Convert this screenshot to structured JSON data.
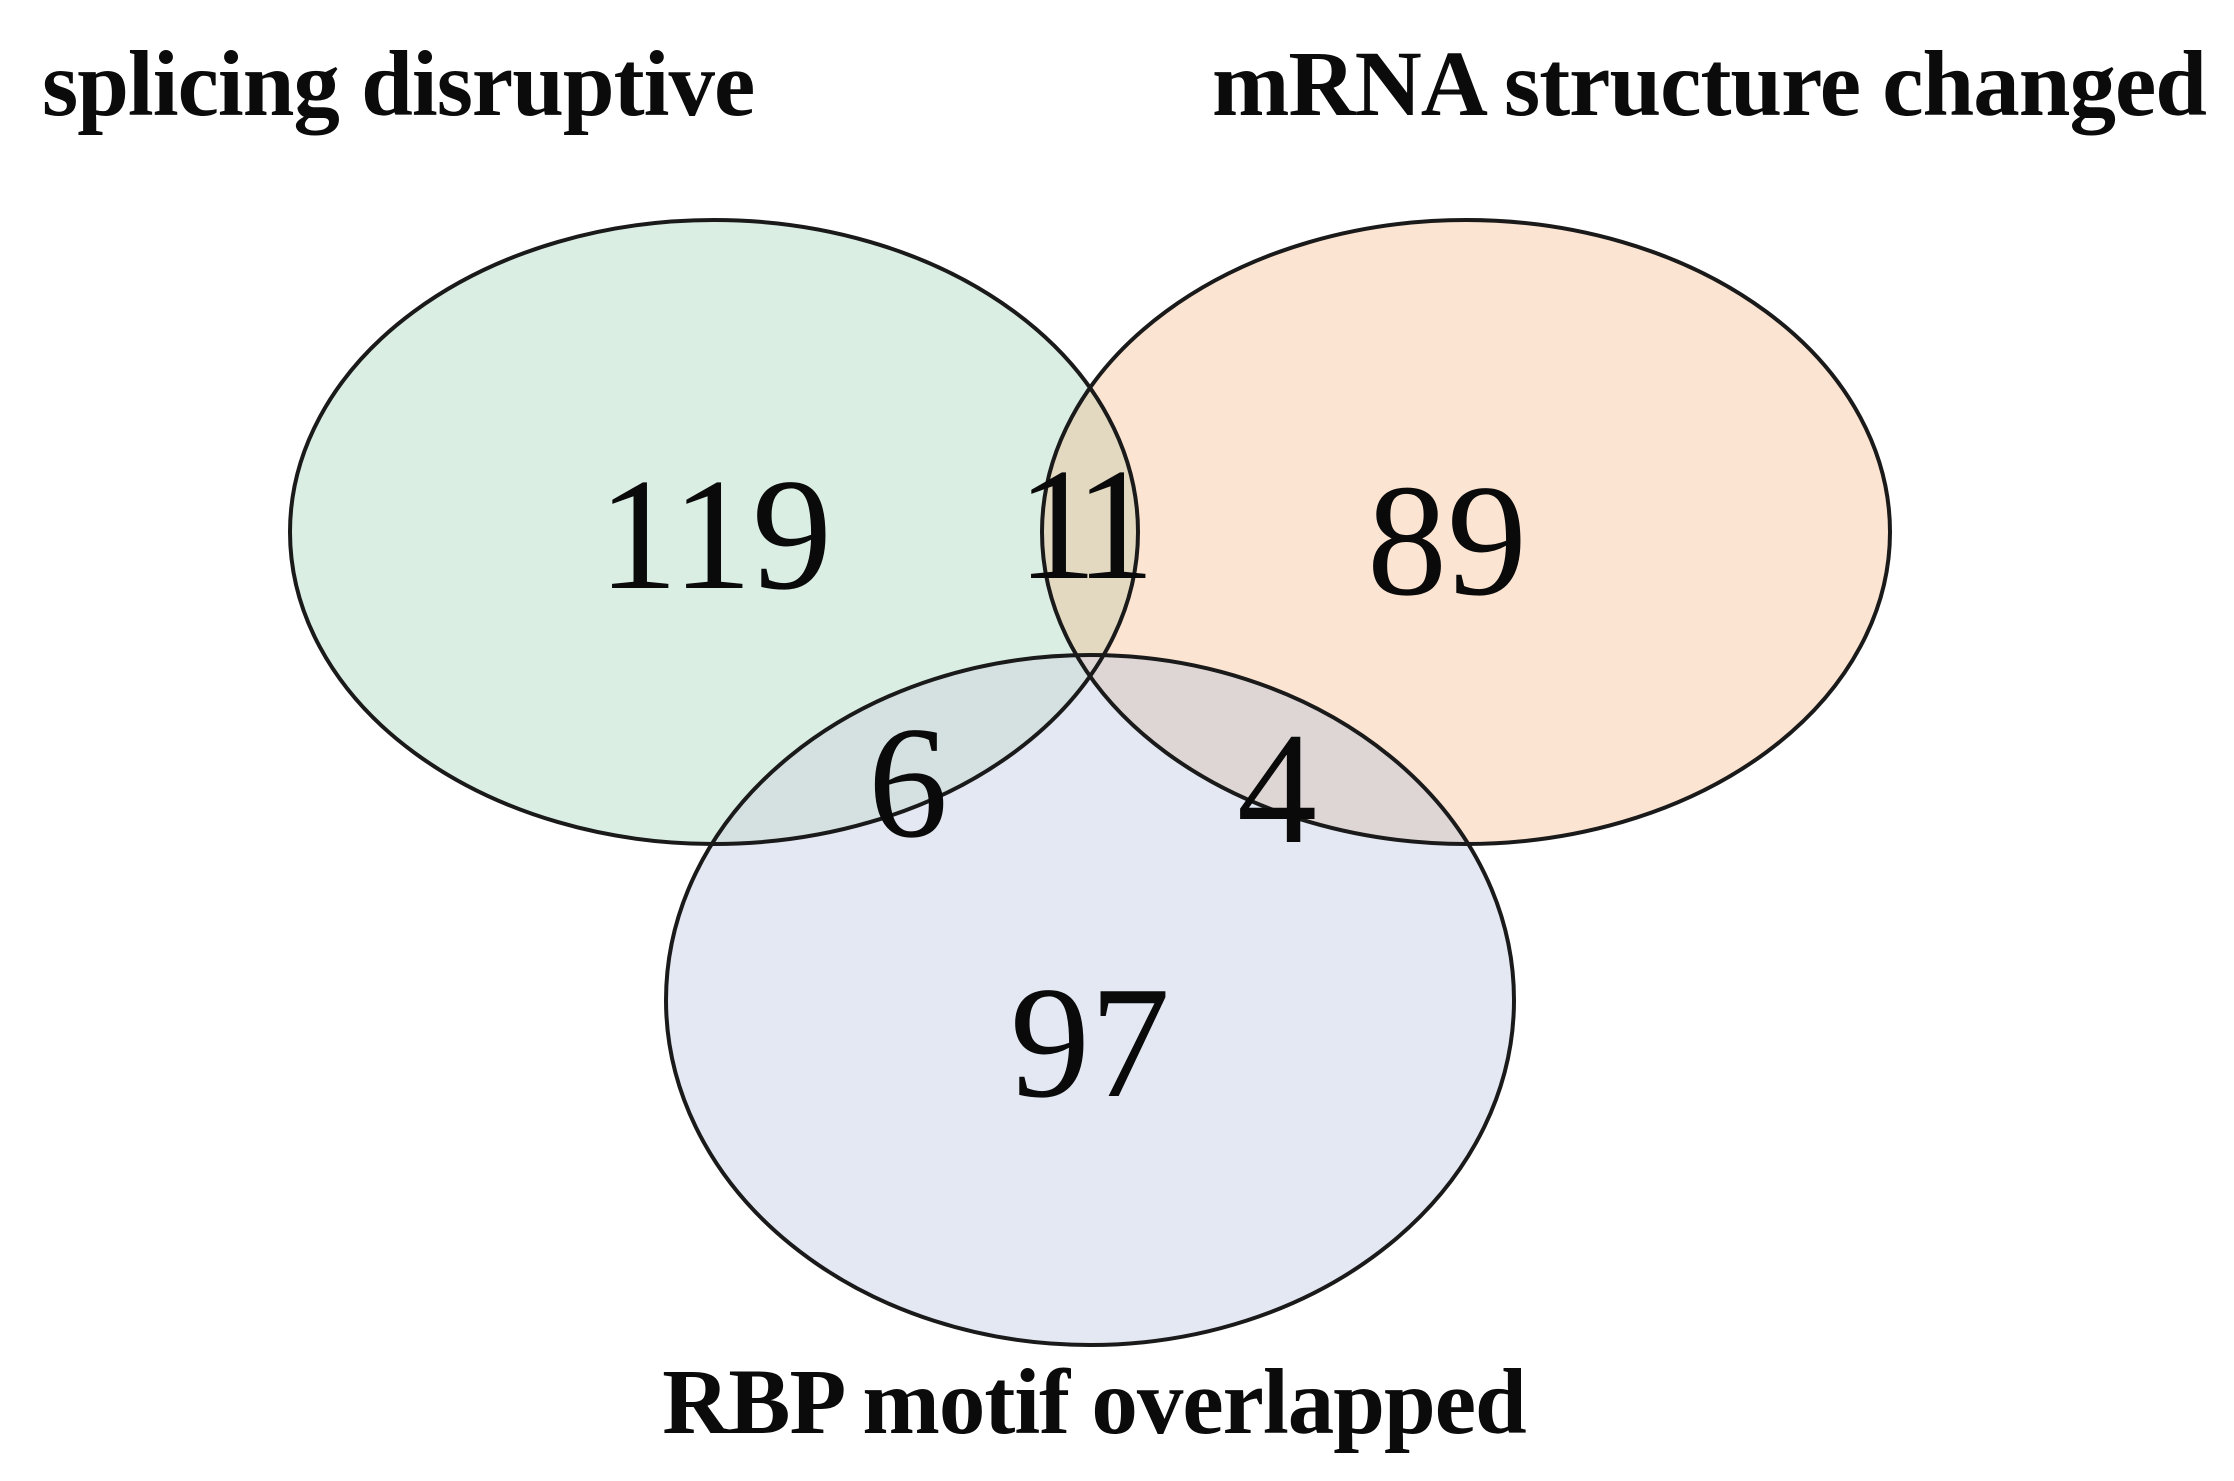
{
  "venn": {
    "sets": [
      {
        "label": "splicing disruptive",
        "count": "119",
        "fill": "#dbeee4"
      },
      {
        "label": "mRNA structure changed",
        "count": "89",
        "fill": "#fce4d2"
      },
      {
        "label": "RBP motif overlapped",
        "count": "97",
        "fill": "#e3e8f3"
      }
    ],
    "overlaps": [
      {
        "between": "splicing disruptive ∩ mRNA structure changed",
        "count": "11",
        "fill": "#e3d9c1"
      },
      {
        "between": "splicing disruptive ∩ RBP motif overlapped",
        "count": "6",
        "fill": "#d5e1e1"
      },
      {
        "between": "mRNA structure changed ∩ RBP motif overlapped",
        "count": "4",
        "fill": "#ded6d5"
      }
    ],
    "outline_color": "#1a1a1a",
    "background_color": "#ffffff",
    "text_color": "#0a0a0a"
  },
  "chart_data": {
    "type": "venn",
    "title": "",
    "sets": [
      {
        "label": "splicing disruptive",
        "unique_count": 119
      },
      {
        "label": "mRNA structure changed",
        "unique_count": 89
      },
      {
        "label": "RBP motif overlapped",
        "unique_count": 97
      }
    ],
    "pairwise_overlaps": [
      {
        "between": [
          "splicing disruptive",
          "mRNA structure changed"
        ],
        "count": 11
      },
      {
        "between": [
          "splicing disruptive",
          "RBP motif overlapped"
        ],
        "count": 6
      },
      {
        "between": [
          "mRNA structure changed",
          "RBP motif overlapped"
        ],
        "count": 4
      }
    ],
    "triple_overlap_shown": false,
    "legend_position": "none"
  }
}
